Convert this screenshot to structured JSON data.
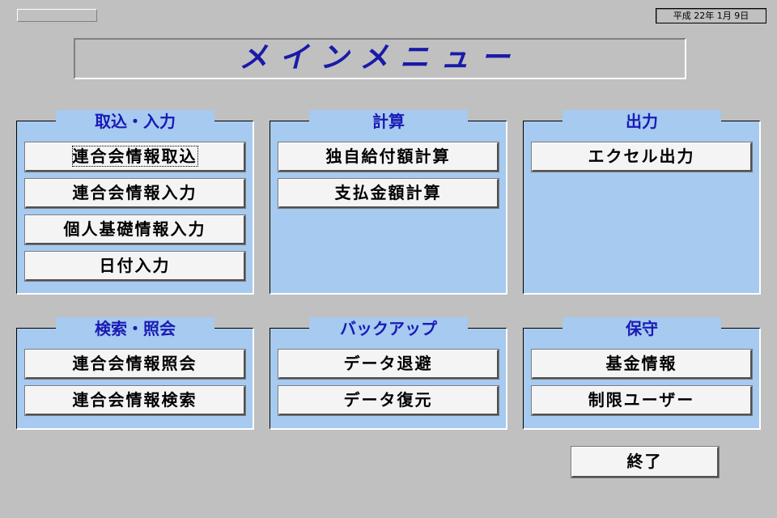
{
  "date_display": "平成 22年 1月 9日",
  "title": "メインメニュー",
  "panels": {
    "import": {
      "label": "取込・入力",
      "buttons": [
        "連合会情報取込",
        "連合会情報入力",
        "個人基礎情報入力",
        "日付入力"
      ]
    },
    "calc": {
      "label": "計算",
      "buttons": [
        "独自給付額計算",
        "支払金額計算"
      ]
    },
    "output": {
      "label": "出力",
      "buttons": [
        "エクセル出力"
      ]
    },
    "search": {
      "label": "検索・照会",
      "buttons": [
        "連合会情報照会",
        "連合会情報検索"
      ]
    },
    "backup": {
      "label": "バックアップ",
      "buttons": [
        "データ退避",
        "データ復元"
      ]
    },
    "maintenance": {
      "label": "保守",
      "buttons": [
        "基金情報",
        "制限ユーザー"
      ]
    }
  },
  "exit_label": "終了",
  "colors": {
    "background": "#c0c0c0",
    "panel": "#a6caf0",
    "title_text": "#1a1aa8",
    "panel_label_text": "#1a1ab4"
  }
}
